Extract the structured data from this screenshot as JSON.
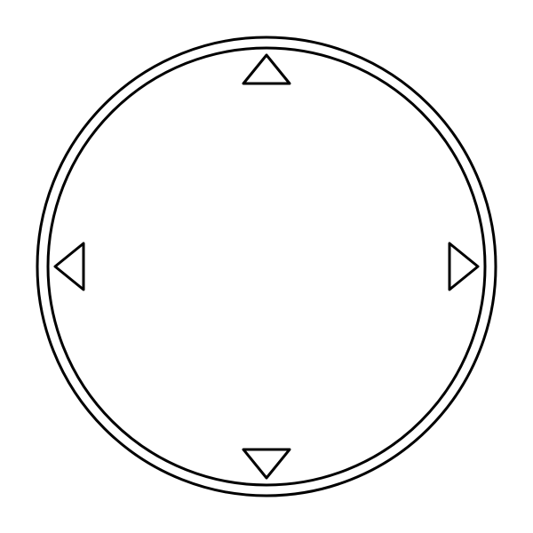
{
  "dpad": {
    "stroke_color": "#000000",
    "fill_color": "#ffffff",
    "buttons": [
      {
        "direction": "up",
        "icon": "triangle-up-icon"
      },
      {
        "direction": "right",
        "icon": "triangle-right-icon"
      },
      {
        "direction": "down",
        "icon": "triangle-down-icon"
      },
      {
        "direction": "left",
        "icon": "triangle-left-icon"
      }
    ]
  }
}
